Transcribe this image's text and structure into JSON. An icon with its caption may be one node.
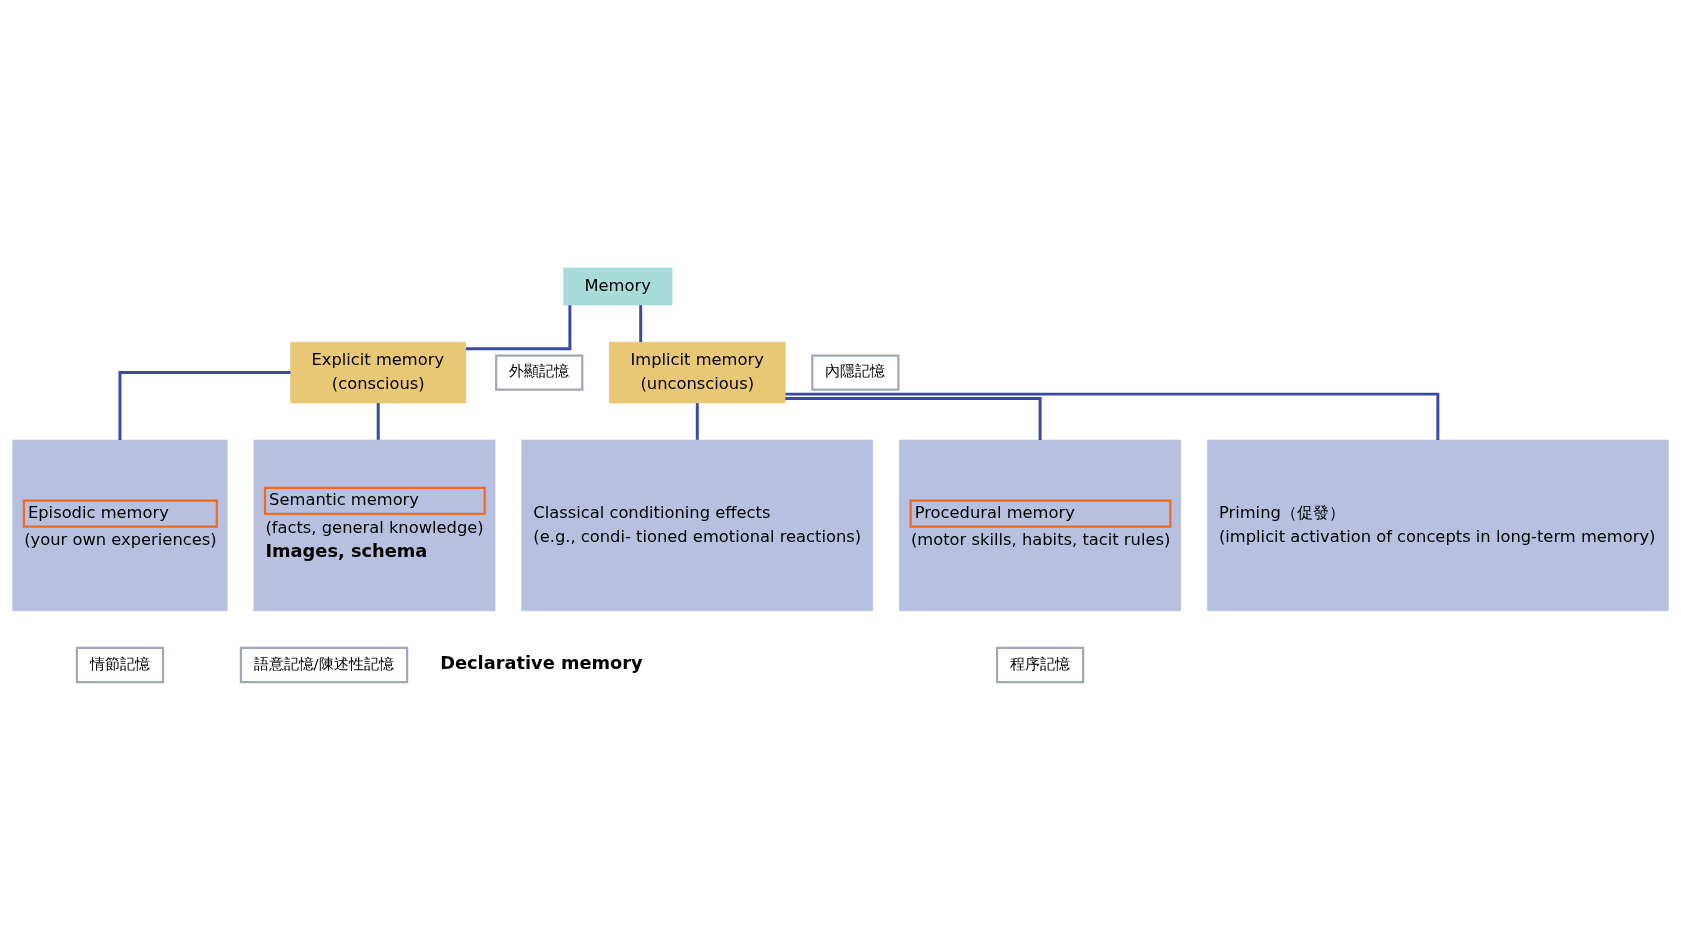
{
  "diagram": {
    "nodes": [
      {
        "text": [
          "Memory"
        ]
      },
      {
        "text": [
          "Explicit memory",
          "(conscious)"
        ]
      },
      {
        "text": [
          "外顯記憶"
        ]
      },
      {
        "text": [
          "Implicit memory",
          "(unconscious)"
        ]
      },
      {
        "text": [
          "內隱記憶"
        ]
      },
      {
        "text": [
          "Episodic memory",
          "(your own experiences)"
        ]
      },
      {
        "text": [
          "Semantic memory",
          "(facts, general knowledge)",
          "Images, schema"
        ]
      },
      {
        "text": [
          "Classical conditioning effects",
          "(e.g., condi- tioned emotional reactions)"
        ]
      },
      {
        "text": [
          "Procedural memory",
          "(motor skills, habits, tacit rules)"
        ]
      },
      {
        "text": [
          "Priming（促發）",
          "(implicit activation of concepts in long-term memory)"
        ]
      },
      {
        "text": [
          "情節記憶"
        ]
      },
      {
        "text": [
          "語意記憶/陳述性記憶"
        ]
      },
      {
        "text": [
          "程序記憶"
        ]
      }
    ],
    "edges": [
      {
        "from": 0,
        "to": 1,
        "arrow": "none"
      },
      {
        "from": 0,
        "to": 3,
        "arrow": "none"
      },
      {
        "from": 1,
        "to": 5,
        "arrow": "none"
      },
      {
        "from": 1,
        "to": 6,
        "arrow": "none"
      },
      {
        "from": 3,
        "to": 7,
        "arrow": "none"
      },
      {
        "from": 3,
        "to": 8,
        "arrow": "none"
      },
      {
        "from": 3,
        "to": 9,
        "arrow": "none"
      }
    ],
    "labels": [
      "Declarative memory"
    ]
  }
}
